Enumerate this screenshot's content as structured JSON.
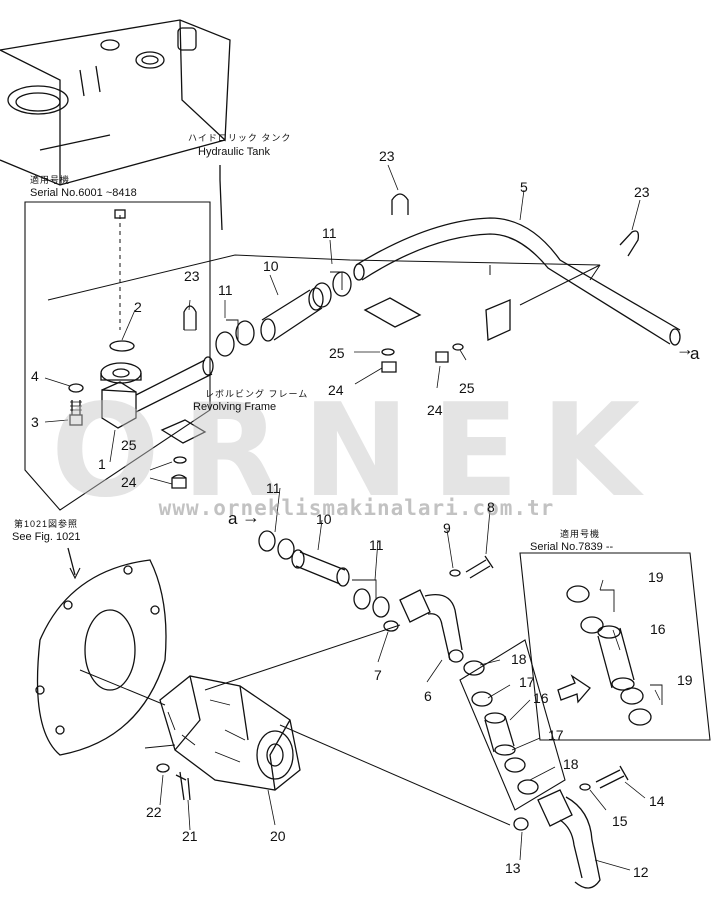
{
  "labels": {
    "hydraulic_tank_jp": "ハイドロリック タンク",
    "hydraulic_tank": "Hydraulic Tank",
    "serial_top_jp": "適用号機",
    "serial_top": "Serial No.6001 ~8418",
    "revolving_frame_jp": "レボルビング フレーム",
    "revolving_frame": "Revolving Frame",
    "see_fig_jp": "第1021図参照",
    "see_fig": "See Fig. 1021",
    "serial_right_jp": "適用号機",
    "serial_right": "Serial No.7839 --",
    "connector_a1": "a",
    "connector_a2": "a"
  },
  "parts": {
    "p1": "1",
    "p2": "2",
    "p3": "3",
    "p4": "4",
    "p5": "5",
    "p6": "6",
    "p7": "7",
    "p8": "8",
    "p9": "9",
    "p10a": "10",
    "p10b": "10",
    "p11a": "11",
    "p11b": "11",
    "p11c": "11",
    "p11d": "11",
    "p12": "12",
    "p13": "13",
    "p14": "14",
    "p15": "15",
    "p16a": "16",
    "p16b": "16",
    "p17a": "17",
    "p17b": "17",
    "p18a": "18",
    "p18b": "18",
    "p19a": "19",
    "p19b": "19",
    "p20": "20",
    "p21": "21",
    "p22": "22",
    "p23a": "23",
    "p23b": "23",
    "p23c": "23",
    "p24a": "24",
    "p24b": "24",
    "p24c": "24",
    "p25a": "25",
    "p25b": "25",
    "p25c": "25"
  },
  "watermark": {
    "brand": "ORNEK",
    "url": "www.orneklismakinalari.com.tr"
  }
}
